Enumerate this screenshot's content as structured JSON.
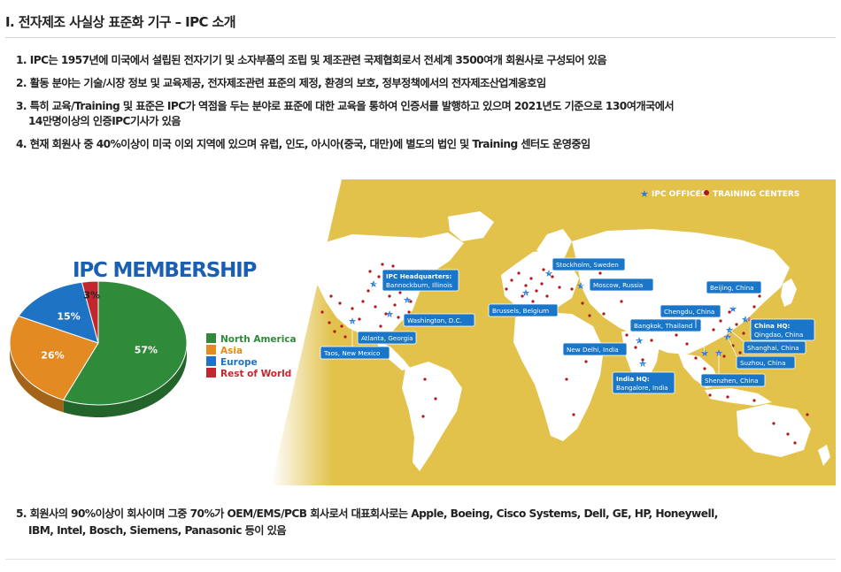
{
  "page": {
    "title": "I. 전자제조 사실상 표준화 기구 – IPC 소개"
  },
  "bullets": [
    {
      "line1": "1. IPC는 1957년에 미국에서 설립된 전자기기 및 소자부품의 조립 및 제조관련 국제협회로서 전세계 3500여개 회원사로 구성되어 있음",
      "line2": ""
    },
    {
      "line1": "2. 활동 분야는 기술/시장 정보 및 교육제공, 전자제조관련 표준의 제정, 환경의 보호, 정부정책에서의 전자제조산업계옹호임",
      "line2": ""
    },
    {
      "line1": "3. 특히 교육/Training 및 표준은 IPC가 역점을 두는 분야로 표준에 대한 교육을 통하여 인증서를 발행하고 있으며 2021년도 기준으로 130여개국에서",
      "line2": "14만명이상의 인증IPC기사가 있음"
    },
    {
      "line1": "4. 현재 회원사 중 40%이상이 미국 이외 지역에 있으며 유럽, 인도, 아시아(중국, 대만)에 별도의 법인 및 Training 센터도 운영중임",
      "line2": ""
    }
  ],
  "footer_note": {
    "line1": "5. 회원사의 90%이상이 회사이며 그중 70%가 OEM/EMS/PCB 회사로서 대표회사로는 Apple, Boeing, Cisco Systems, Dell, GE, HP, Honeywell,",
    "line2": "IBM, Intel, Bosch, Siemens, Panasonic 등이 있음"
  },
  "colors": {
    "north_america": "#2f8b3a",
    "asia": "#e38a22",
    "europe": "#1f73c4",
    "rest_of_world": "#c4262e",
    "map_bg": "#e2c24a",
    "land": "#ffffff",
    "label_box": "#1976c9",
    "office_star": "#2b7bd3",
    "training_dot": "#b01818",
    "heading": "#1b5fb3"
  },
  "chart_data": {
    "type": "pie",
    "title": "IPC MEMBERSHIP",
    "categories": [
      "North America",
      "Asia",
      "Europe",
      "Rest of World"
    ],
    "values": [
      57,
      26,
      15,
      3
    ],
    "value_labels": [
      "57%",
      "26%",
      "15%",
      "3%"
    ],
    "legend_position": "right"
  },
  "map": {
    "legend": {
      "offices": "IPC OFFICES",
      "training": "TRAINING CENTERS"
    },
    "offices": [
      {
        "id": "hq",
        "line1": "IPC Headquarters:",
        "line2": "Bannockburn, Illinois"
      },
      {
        "id": "washington",
        "line1": "Washington, D.C.",
        "line2": ""
      },
      {
        "id": "atlanta",
        "line1": "Atlanta, Georgia",
        "line2": ""
      },
      {
        "id": "taos",
        "line1": "Taos, New Mexico",
        "line2": ""
      },
      {
        "id": "stockholm",
        "line1": "Stockholm, Sweden",
        "line2": ""
      },
      {
        "id": "moscow",
        "line1": "Moscow, Russia",
        "line2": ""
      },
      {
        "id": "brussels",
        "line1": "Brussels, Belgium",
        "line2": ""
      },
      {
        "id": "newdelhi",
        "line1": "New Delhi, India",
        "line2": ""
      },
      {
        "id": "indiahq",
        "line1": "India HQ:",
        "line2": "Bangalore, India"
      },
      {
        "id": "bangkok",
        "line1": "Bangkok, Thailand",
        "line2": ""
      },
      {
        "id": "chengdu",
        "line1": "Chengdu, China",
        "line2": ""
      },
      {
        "id": "beijing",
        "line1": "Beijing, China",
        "line2": ""
      },
      {
        "id": "chinahq",
        "line1": "China HQ:",
        "line2": "Qingdao, China"
      },
      {
        "id": "shanghai",
        "line1": "Shanghai, China",
        "line2": ""
      },
      {
        "id": "suzhou",
        "line1": "Suzhou, China",
        "line2": ""
      },
      {
        "id": "shenzhen",
        "line1": "Shenzhen, China",
        "line2": ""
      }
    ]
  }
}
